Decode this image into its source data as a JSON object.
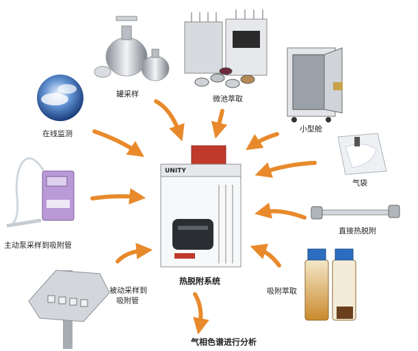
{
  "labels": {
    "canister": "罐采样",
    "micro_chamber": "微池萃取",
    "online": "在线监测",
    "small_chamber": "小型舱",
    "gas_bag": "气袋",
    "active_pump_line1": "主动泵采样到吸附管",
    "direct_td": "直接热脱附",
    "passive_line1": "被动采样到",
    "passive_line2": "吸附管",
    "center": "热脱附系统",
    "sorptive": "吸附萃取",
    "output": "气相色谱进行分析"
  },
  "instrument": {
    "brand": "UNITY"
  },
  "colors": {
    "arrow": "#e88a2c",
    "instrument_top": "#c0392b"
  }
}
